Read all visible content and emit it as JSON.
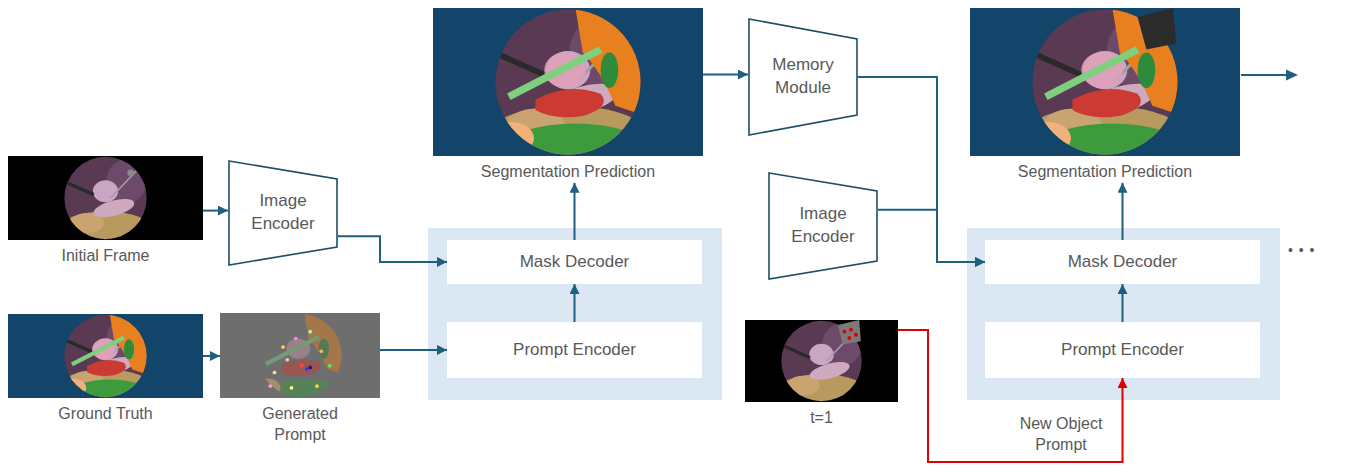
{
  "diagram": {
    "nodes": [
      {
        "text": [
          "Initial Frame"
        ]
      },
      {
        "text": [
          "Ground Truth"
        ]
      },
      {
        "text": [
          "Image Encoder"
        ]
      },
      {
        "text": [
          "Generated Prompt"
        ]
      },
      {
        "text": [
          "Segmentation Prediction"
        ]
      },
      {
        "text": [
          "Mask Decoder"
        ]
      },
      {
        "text": [
          "Prompt Encoder"
        ]
      },
      {
        "text": [
          "Memory Module"
        ]
      },
      {
        "text": [
          "Image Encoder"
        ]
      },
      {
        "text": [
          "t=1"
        ]
      },
      {
        "text": [
          "Segmentation Prediction"
        ]
      },
      {
        "text": [
          "Mask Decoder"
        ]
      },
      {
        "text": [
          "Prompt Encoder"
        ]
      }
    ],
    "edges": [
      {
        "from": 0,
        "to": 2,
        "arrow": "to"
      },
      {
        "from": 1,
        "to": 3,
        "arrow": "to"
      },
      {
        "from": 2,
        "to": 5,
        "arrow": "to"
      },
      {
        "from": 3,
        "to": 6,
        "arrow": "to"
      },
      {
        "from": 6,
        "to": 5,
        "arrow": "to"
      },
      {
        "from": 5,
        "to": 4,
        "arrow": "to"
      },
      {
        "from": 4,
        "to": 7,
        "arrow": "to"
      },
      {
        "from": 7,
        "to": 11,
        "arrow": "to"
      },
      {
        "from": 8,
        "to": 11,
        "arrow": "to"
      },
      {
        "from": 12,
        "to": 11,
        "arrow": "to"
      },
      {
        "from": 11,
        "to": 10,
        "arrow": "to"
      },
      {
        "from": 9,
        "to": 12,
        "label": "New Object Prompt",
        "arrow": "to"
      }
    ],
    "labels": [
      "• • •"
    ]
  }
}
